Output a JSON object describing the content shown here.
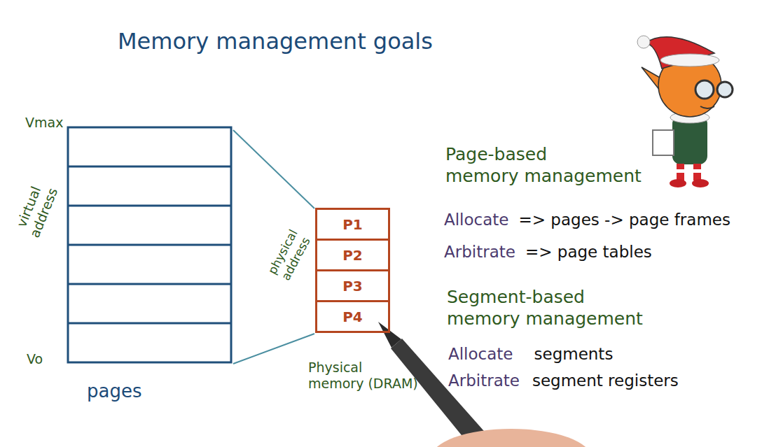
{
  "diagram": {
    "title": "Memory management goals",
    "nodes": [
      {
        "text": [
          "P1"
        ]
      },
      {
        "text": [
          "P2"
        ]
      },
      {
        "text": [
          "P3"
        ]
      },
      {
        "text": [
          "P4"
        ]
      }
    ],
    "labels": [
      "Vmax",
      "virtual address",
      "Vo",
      "pages",
      "physical address",
      "Physical memory (DRAM)",
      "Page-based memory management",
      "Allocate",
      "=> pages -> page frames",
      "Arbitrate",
      "=> page tables",
      "Segment-based memory management",
      "Allocate",
      "segments",
      "Arbitrate",
      "segment registers"
    ]
  }
}
